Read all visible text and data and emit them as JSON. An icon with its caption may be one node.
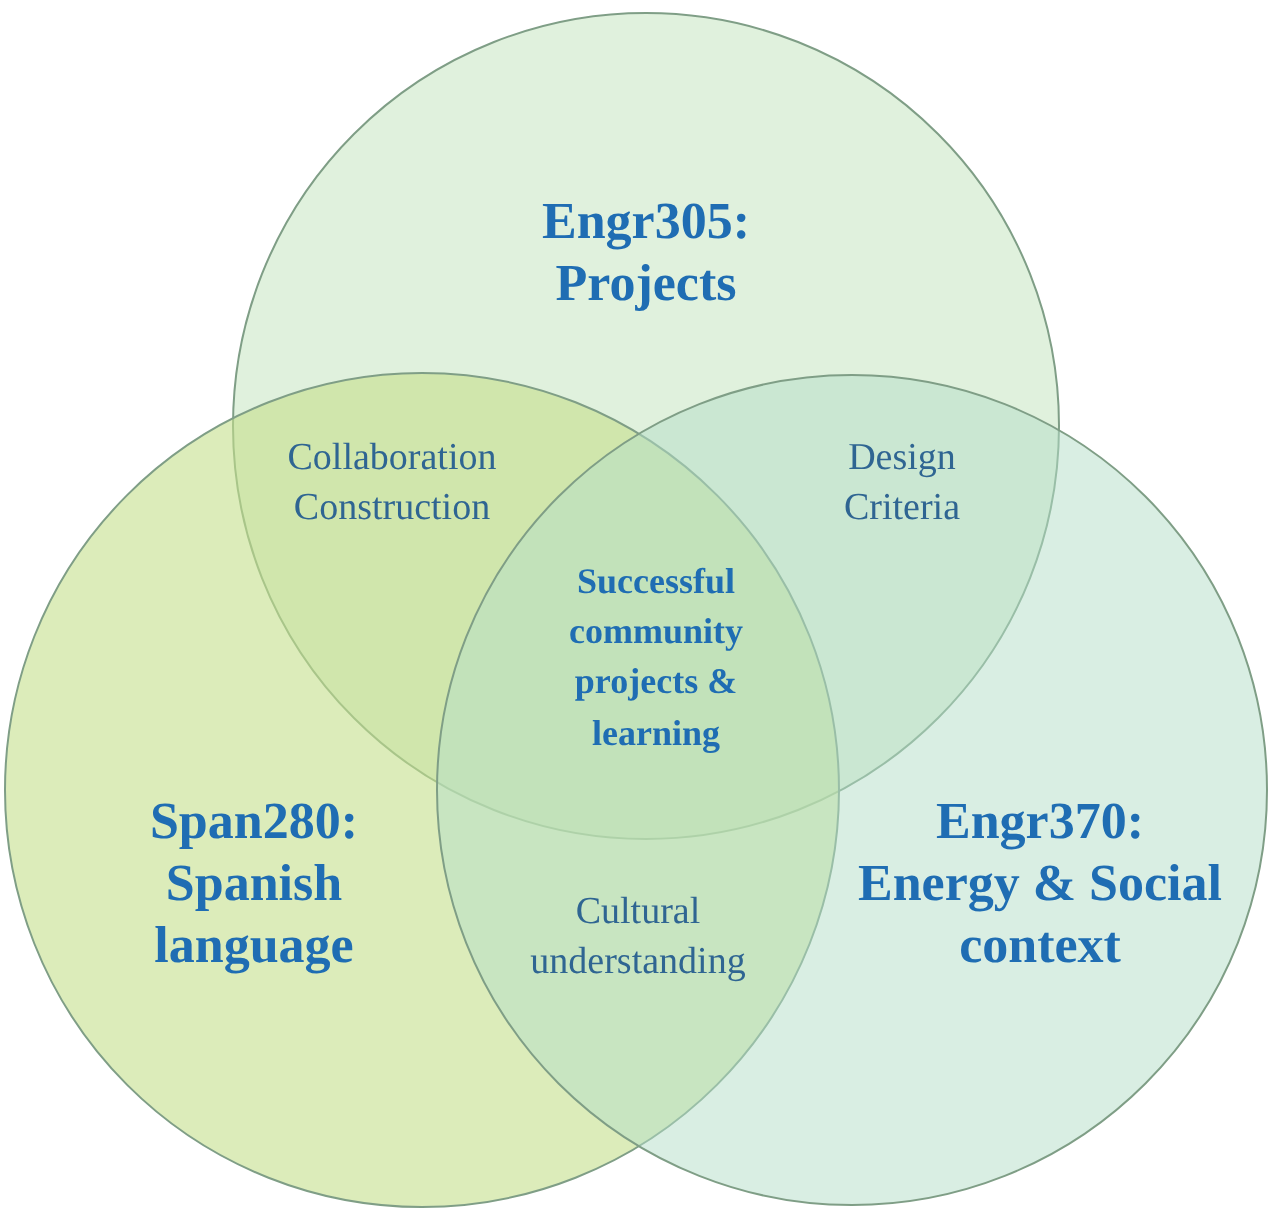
{
  "diagram": {
    "nodes": [
      {
        "text": [
          "Engr305: Projects"
        ]
      },
      {
        "text": [
          "Span280: Spanish language"
        ]
      },
      {
        "text": [
          "Engr370: Energy & Social context"
        ]
      }
    ],
    "labels": [
      "Collaboration Construction",
      "Design Criteria",
      "Successful community projects & learning",
      "Cultural understanding"
    ]
  }
}
